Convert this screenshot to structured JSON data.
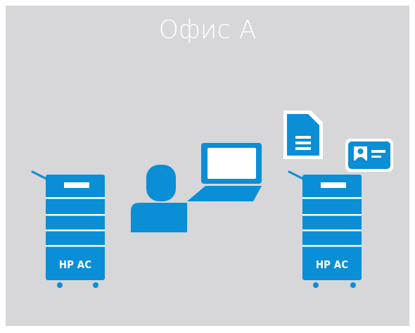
{
  "scene": {
    "title": "Офис A",
    "printers": [
      {
        "label": "HP AC"
      },
      {
        "label": "HP AC"
      }
    ],
    "icons": [
      "printer-icon",
      "user-icon",
      "laptop-icon",
      "document-icon",
      "id-card-icon"
    ]
  },
  "colors": {
    "background": "#d7d6d9",
    "accent": "#0a8ed5",
    "text": "#ffffff"
  }
}
